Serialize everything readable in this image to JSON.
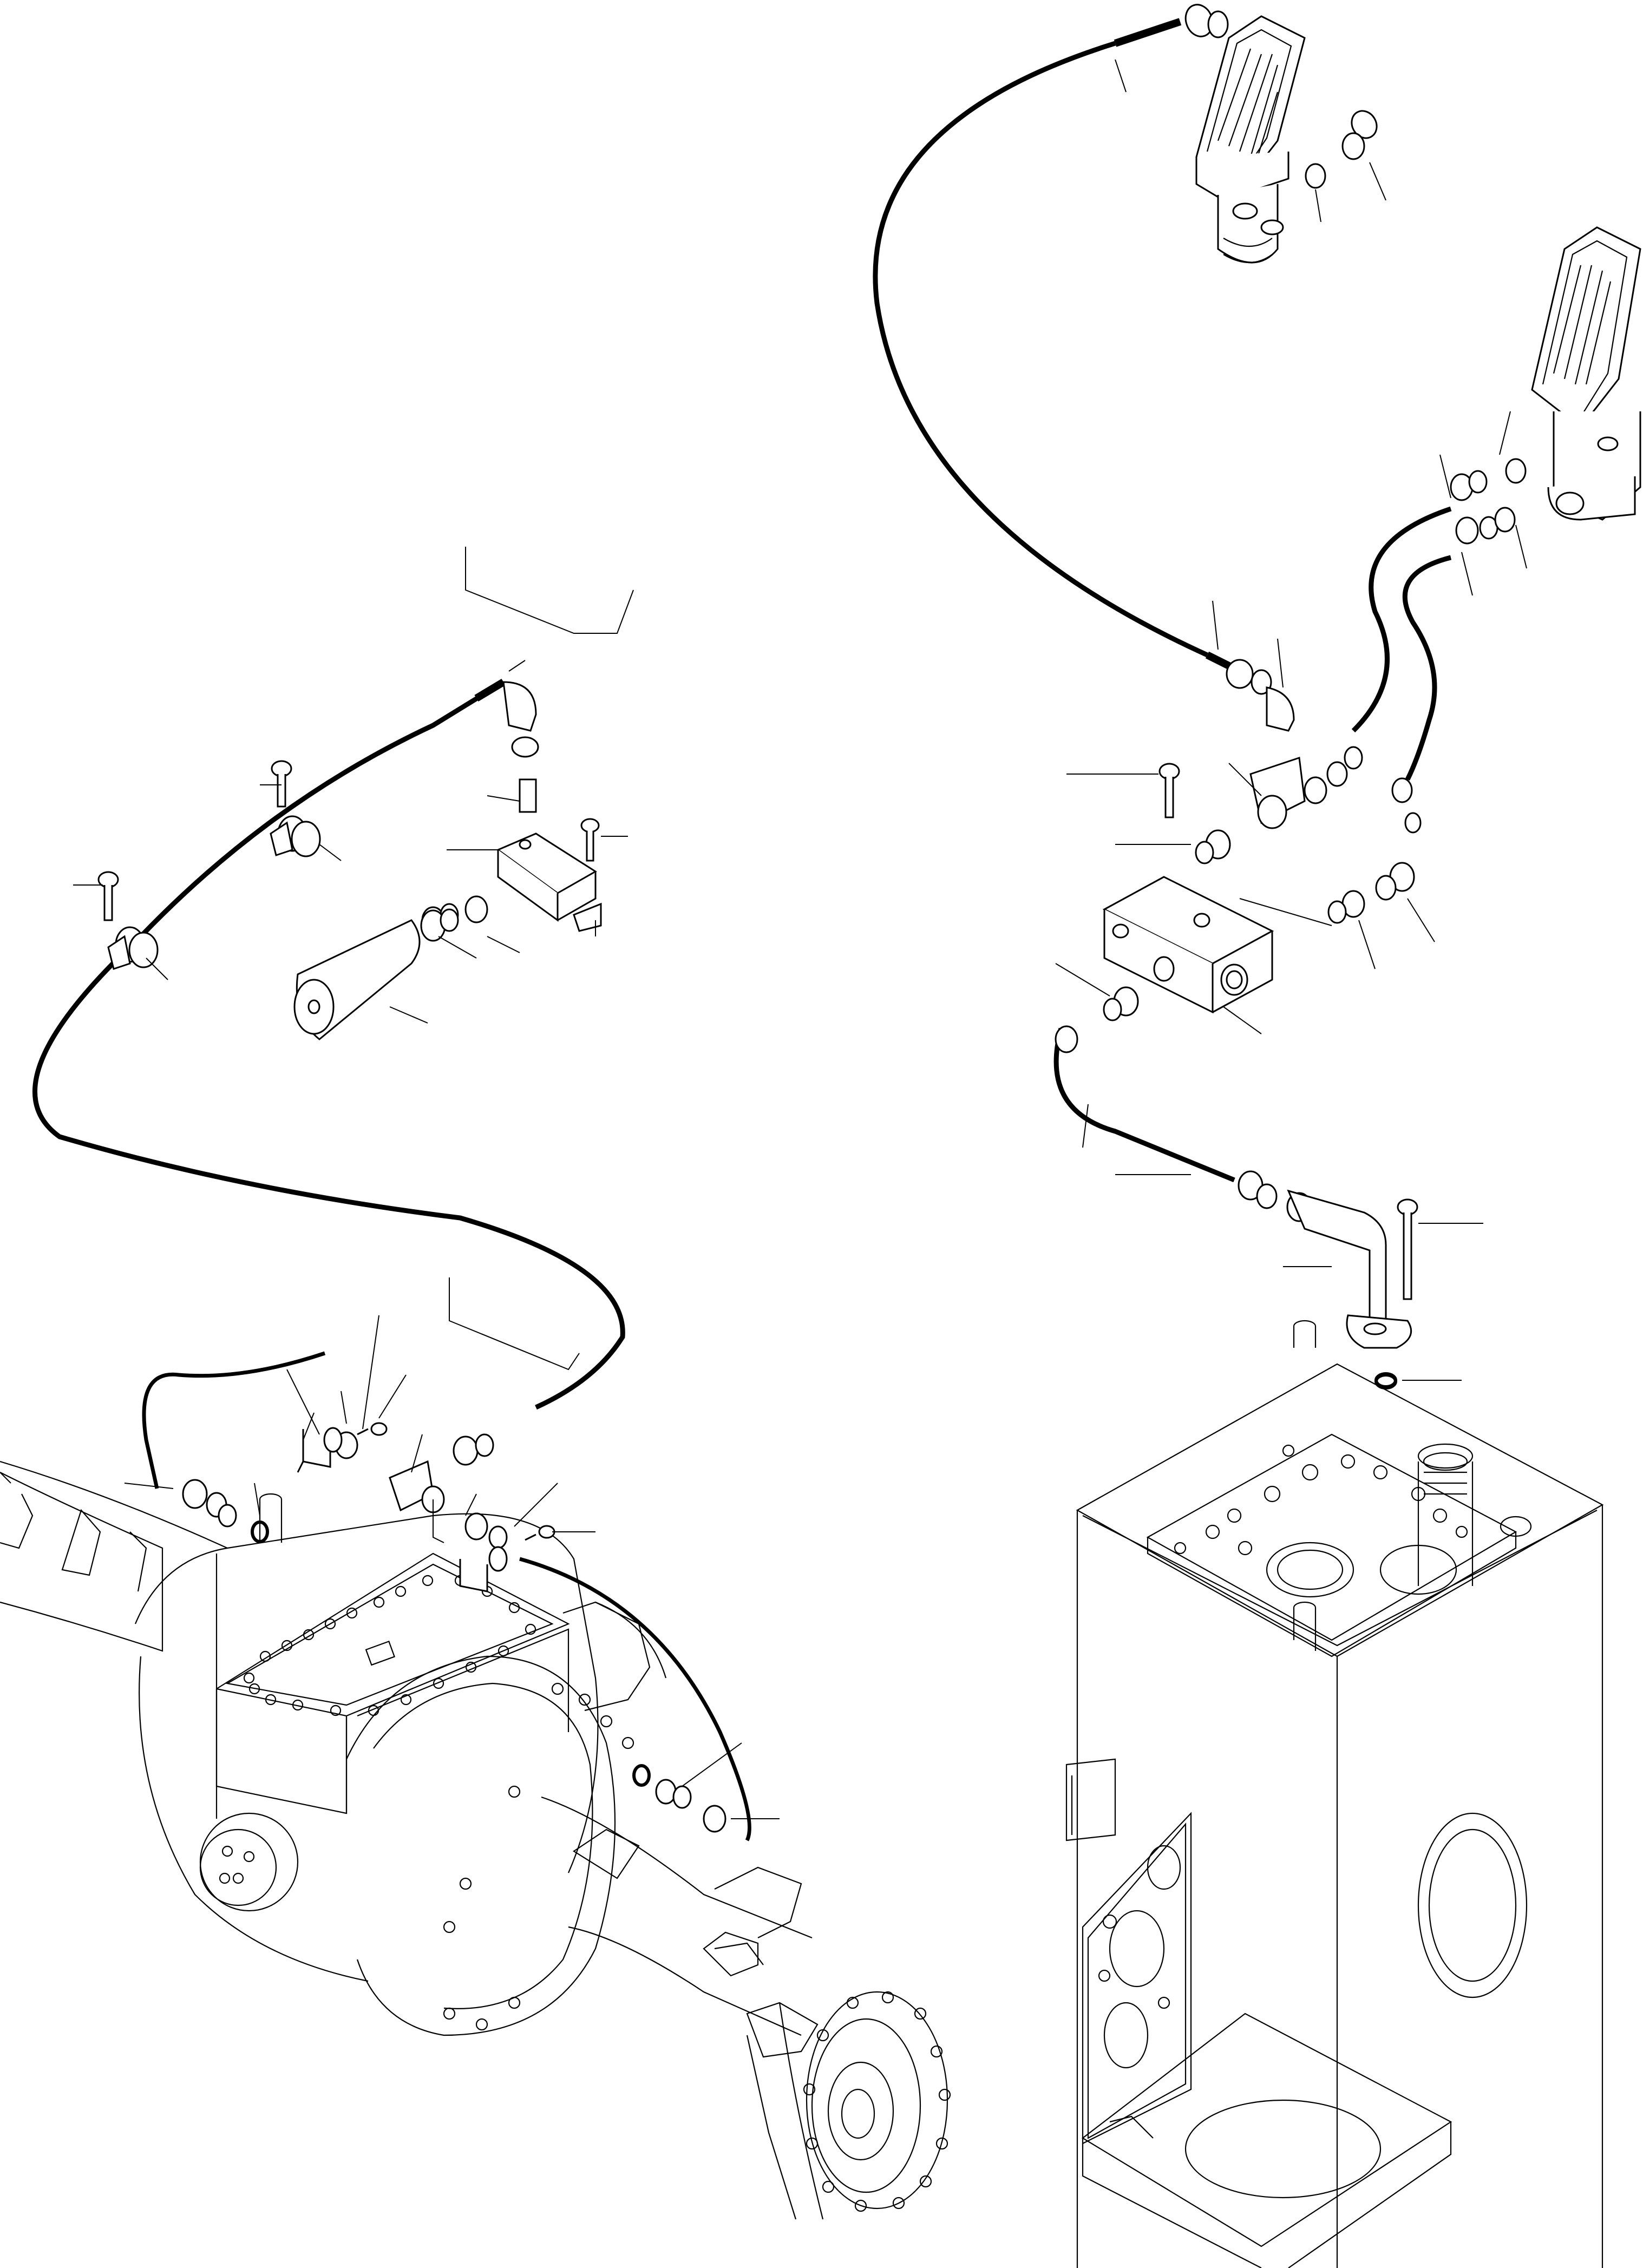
{
  "diagram": {
    "kind": "exploded parts view",
    "printed_text": [],
    "colors": {
      "line": "#000000",
      "background": "#ffffff"
    },
    "drawn_items": [
      "axle-housing",
      "hydraulic-tank",
      "brake-pedal-valve-upper",
      "brake-pedal-valve-lower",
      "brake-hose-long",
      "accumulator",
      "distribution-block",
      "mounting-bracket",
      "pipe-clamp",
      "hose-fitting",
      "bolt",
      "o-ring",
      "tee-fitting",
      "elbow-fitting",
      "steel-pipe-flange"
    ]
  }
}
